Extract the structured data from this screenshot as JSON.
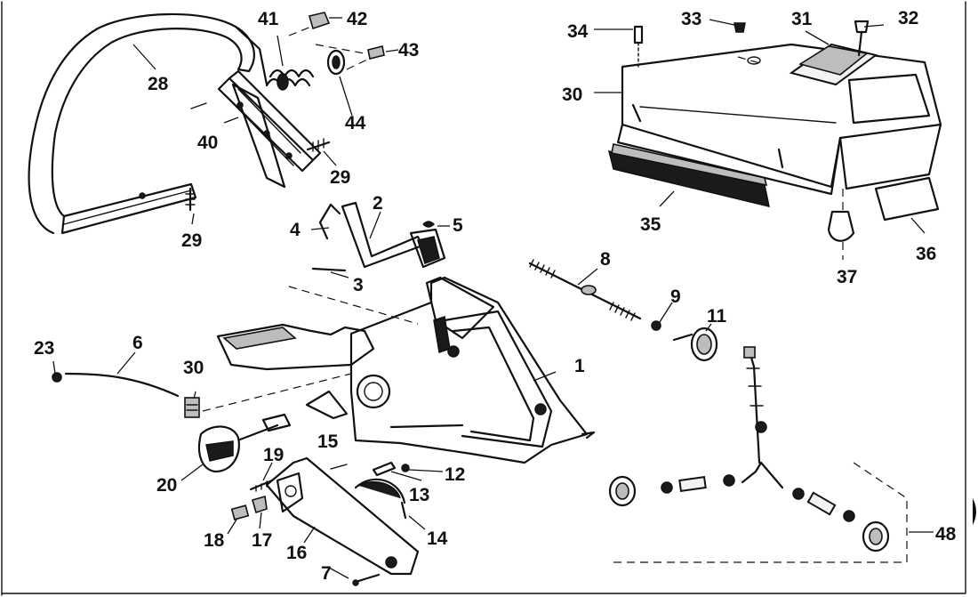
{
  "diagram": {
    "parts": [
      {
        "id": "p1",
        "label": "1"
      },
      {
        "id": "p2",
        "label": "2"
      },
      {
        "id": "p3",
        "label": "3"
      },
      {
        "id": "p4",
        "label": "4"
      },
      {
        "id": "p5",
        "label": "5"
      },
      {
        "id": "p6",
        "label": "6"
      },
      {
        "id": "p7",
        "label": "7"
      },
      {
        "id": "p8",
        "label": "8"
      },
      {
        "id": "p9",
        "label": "9"
      },
      {
        "id": "p11",
        "label": "11"
      },
      {
        "id": "p12",
        "label": "12"
      },
      {
        "id": "p13",
        "label": "13"
      },
      {
        "id": "p14",
        "label": "14"
      },
      {
        "id": "p15",
        "label": "15"
      },
      {
        "id": "p16",
        "label": "16"
      },
      {
        "id": "p17",
        "label": "17"
      },
      {
        "id": "p18",
        "label": "18"
      },
      {
        "id": "p19",
        "label": "19"
      },
      {
        "id": "p20",
        "label": "20"
      },
      {
        "id": "p23",
        "label": "23"
      },
      {
        "id": "p28",
        "label": "28"
      },
      {
        "id": "p29a",
        "label": "29"
      },
      {
        "id": "p29b",
        "label": "29"
      },
      {
        "id": "p30a",
        "label": "30"
      },
      {
        "id": "p30b",
        "label": "30"
      },
      {
        "id": "p31",
        "label": "31"
      },
      {
        "id": "p32",
        "label": "32"
      },
      {
        "id": "p33",
        "label": "33"
      },
      {
        "id": "p34",
        "label": "34"
      },
      {
        "id": "p35",
        "label": "35"
      },
      {
        "id": "p36",
        "label": "36"
      },
      {
        "id": "p37",
        "label": "37"
      },
      {
        "id": "p40",
        "label": "40"
      },
      {
        "id": "p41",
        "label": "41"
      },
      {
        "id": "p42",
        "label": "42"
      },
      {
        "id": "p43",
        "label": "43"
      },
      {
        "id": "p44",
        "label": "44"
      },
      {
        "id": "p48",
        "label": "48"
      }
    ]
  }
}
